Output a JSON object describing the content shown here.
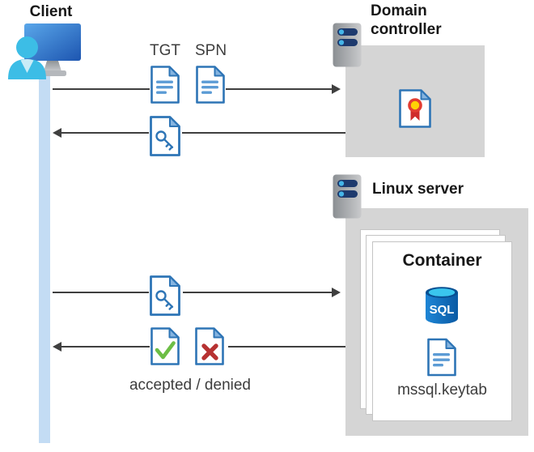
{
  "labels": {
    "client": "Client",
    "domain_controller": "Domain controller",
    "linux_server": "Linux server",
    "container": "Container",
    "tgt": "TGT",
    "spn": "SPN",
    "keytab_file": "mssql.keytab",
    "accepted_denied": "accepted / denied",
    "sql_badge": "SQL"
  },
  "flows": [
    {
      "from": "client",
      "to": "domain-controller",
      "items": [
        "TGT",
        "SPN"
      ]
    },
    {
      "from": "domain-controller",
      "to": "client",
      "items": [
        "key-document"
      ]
    },
    {
      "from": "client",
      "to": "linux-server",
      "items": [
        "key-document"
      ]
    },
    {
      "from": "linux-server",
      "to": "client",
      "items": [
        "accepted-document",
        "denied-document"
      ],
      "label": "accepted / denied"
    }
  ],
  "icons": {
    "client": "user-at-computer-icon",
    "domain_controller": "server-icon",
    "linux_server": "server-icon",
    "certificate": "certificate-document-icon",
    "tgt": "text-document-icon",
    "spn": "text-document-icon",
    "key": "key-document-icon",
    "accepted": "check-document-icon",
    "denied": "cross-document-icon",
    "sql": "sql-database-cylinder-icon",
    "keytab": "text-document-icon"
  },
  "colors": {
    "arrow": "#3f3f3f",
    "text_dark": "#3d3d3d",
    "band_blue": "#c3dcf4",
    "box_gray": "#d5d5d5",
    "doc_blue": "#2e75b6",
    "doc_line_blue": "#5b9bd5",
    "fold_blue": "#85b4e0",
    "check_green": "#6cbe45",
    "cross_red": "#b73232",
    "cert_ring_red": "#e23d32",
    "cert_center_yellow": "#ffd205",
    "cert_ribbon_red": "#cf2b2b",
    "sql_top_cyan": "#3ac6ee",
    "sql_rim_navy": "#084f92",
    "person_cyan": "#3cbde6",
    "person_vneck": "#c9ecf7",
    "server_navy": "#1e3a6e",
    "server_dot_cyan": "#45b5e8"
  }
}
